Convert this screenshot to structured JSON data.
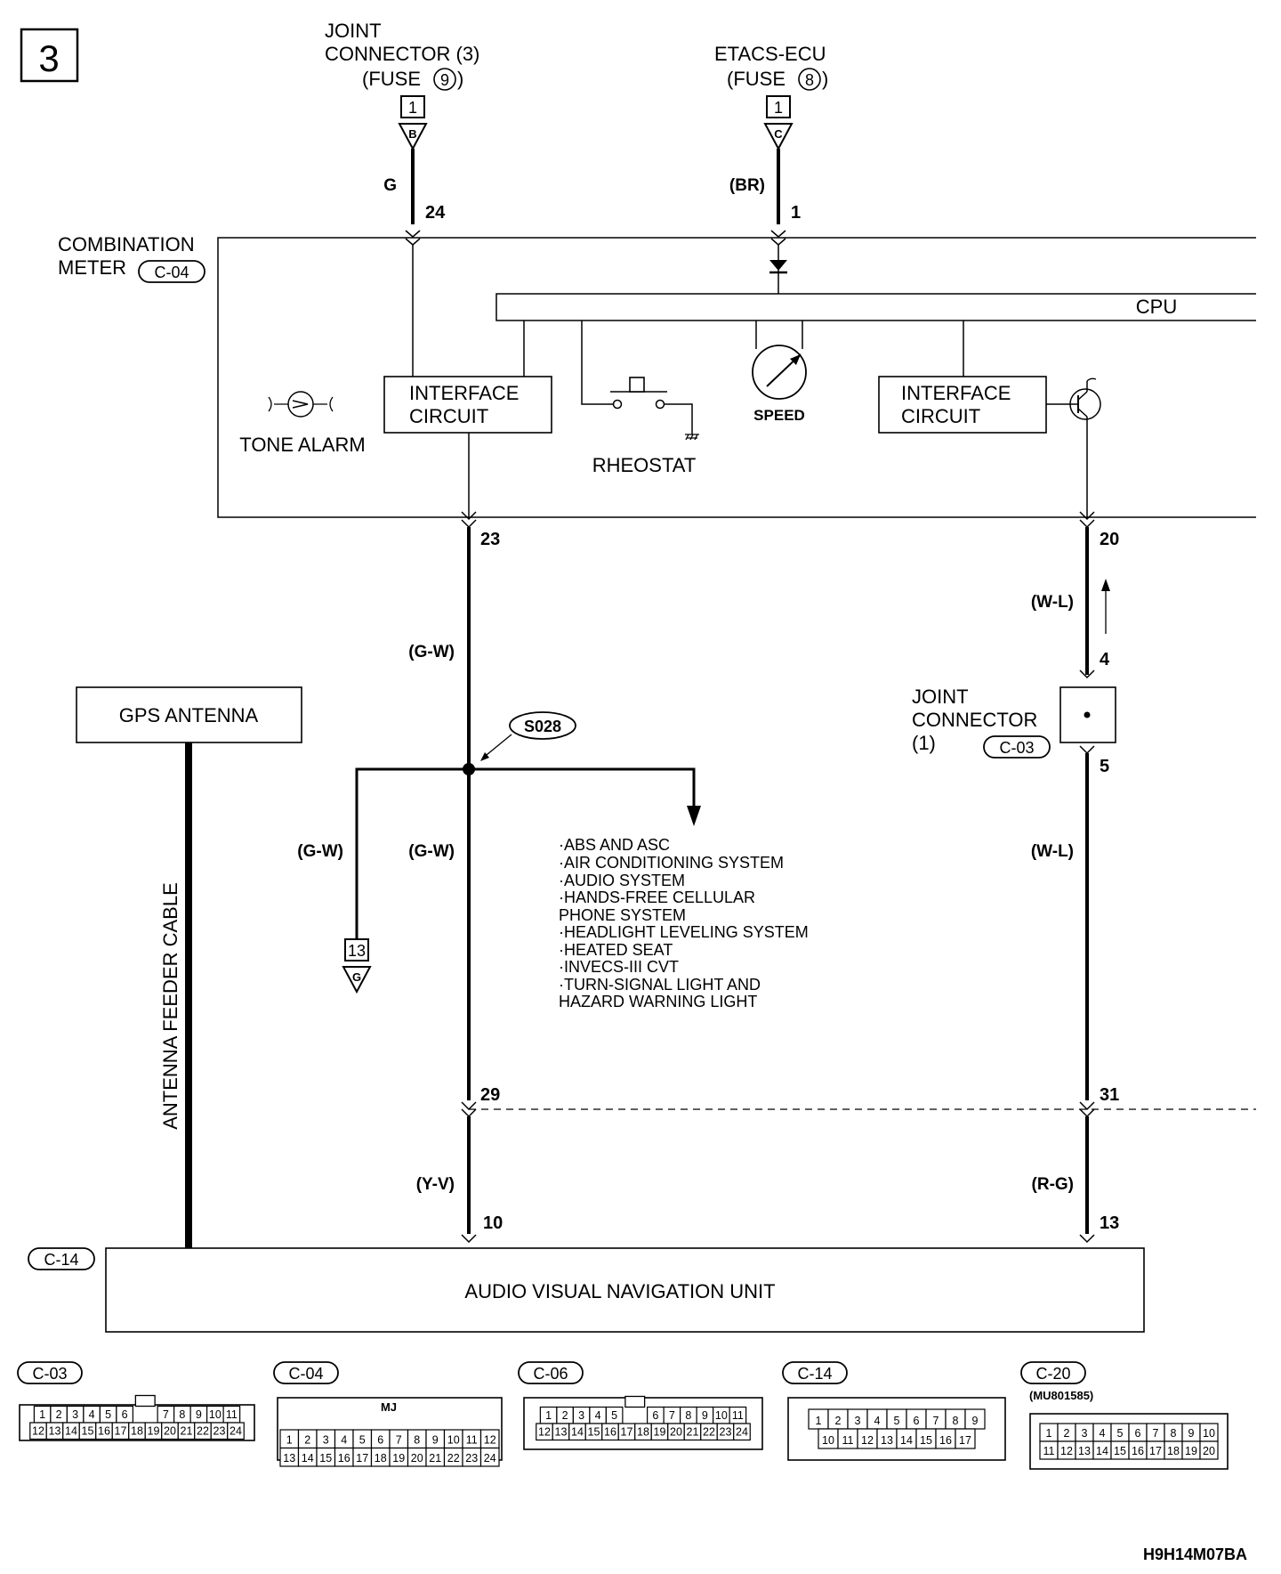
{
  "page_number": "3",
  "sources": {
    "joint3": {
      "line1": "JOINT",
      "line2": "CONNECTOR (3)",
      "fuse_prefix": "(FUSE",
      "fuse_num": "9",
      "fuse_suffix": ")",
      "box": "1",
      "letter": "B",
      "wire": "G",
      "pin": "24"
    },
    "etacs": {
      "line1": "ETACS-ECU",
      "fuse_prefix": "(FUSE",
      "fuse_num": "8",
      "fuse_suffix": ")",
      "box": "1",
      "letter": "C",
      "wire": "(BR)",
      "pin": "1"
    }
  },
  "combination_meter": {
    "line1": "COMBINATION",
    "line2": "METER",
    "connector": "C-04"
  },
  "cpu": "CPU",
  "interface_left": {
    "line1": "INTERFACE",
    "line2": "CIRCUIT"
  },
  "interface_right": {
    "line1": "INTERFACE",
    "line2": "CIRCUIT"
  },
  "tone_alarm": "TONE ALARM",
  "rheostat": "RHEOSTAT",
  "speed": "SPEED",
  "left_circuit": {
    "pin_meter": "23",
    "wire1": "(G-W)",
    "splice": "S028",
    "branch_wire": "(G-W)",
    "wire2": "(G-W)",
    "ground_box": "13",
    "ground_letter": "G",
    "pin_junction": "29",
    "wire3": "(Y-V)",
    "pin_unit": "10"
  },
  "right_circuit": {
    "pin_meter": "20",
    "wire1": "(W-L)",
    "pin_joint_in": "4",
    "pin_joint_out": "5",
    "wire2": "(W-L)",
    "pin_junction": "31",
    "wire3": "(R-G)",
    "pin_unit": "13"
  },
  "joint_connector_1": {
    "line1": "JOINT",
    "line2": "CONNECTOR",
    "line3": "(1)",
    "connector": "C-03"
  },
  "gps_antenna": "GPS ANTENNA",
  "antenna_cable": "ANTENNA FEEDER CABLE",
  "unit": {
    "connector": "C-14",
    "name": "AUDIO VISUAL NAVIGATION UNIT"
  },
  "systems": [
    "·ABS AND ASC",
    "·AIR CONDITIONING SYSTEM",
    "·AUDIO SYSTEM",
    "·HANDS-FREE CELLULAR",
    " PHONE SYSTEM",
    "·HEADLIGHT LEVELING SYSTEM",
    "·HEATED SEAT",
    "·INVECS-III CVT",
    "·TURN-SIGNAL LIGHT AND",
    " HAZARD WARNING LIGHT"
  ],
  "connector_views": [
    {
      "id": "C-03",
      "top": [
        "1",
        "2",
        "3",
        "4",
        "5",
        "6",
        "7",
        "8",
        "9",
        "10",
        "11"
      ],
      "bottom": [
        "12",
        "13",
        "14",
        "15",
        "16",
        "17",
        "18",
        "19",
        "20",
        "21",
        "22",
        "23",
        "24"
      ]
    },
    {
      "id": "C-04",
      "mark": "MJ",
      "top": [
        "1",
        "2",
        "3",
        "4",
        "5",
        "6",
        "7",
        "8",
        "9",
        "10",
        "11",
        "12"
      ],
      "bottom": [
        "13",
        "14",
        "15",
        "16",
        "17",
        "18",
        "19",
        "20",
        "21",
        "22",
        "23",
        "24"
      ]
    },
    {
      "id": "C-06",
      "top": [
        "1",
        "2",
        "3",
        "4",
        "5",
        "6",
        "7",
        "8",
        "9",
        "10",
        "11"
      ],
      "bottom": [
        "12",
        "13",
        "14",
        "15",
        "16",
        "17",
        "18",
        "19",
        "20",
        "21",
        "22",
        "23",
        "24"
      ]
    },
    {
      "id": "C-14",
      "top": [
        "1",
        "2",
        "3",
        "4",
        "5",
        "6",
        "7",
        "8",
        "9"
      ],
      "bottom": [
        "10",
        "11",
        "12",
        "13",
        "14",
        "15",
        "16",
        "17"
      ]
    },
    {
      "id": "C-20",
      "part_no": "(MU801585)",
      "top": [
        "1",
        "2",
        "3",
        "4",
        "5",
        "6",
        "7",
        "8",
        "9",
        "10"
      ],
      "bottom": [
        "11",
        "12",
        "13",
        "14",
        "15",
        "16",
        "17",
        "18",
        "19",
        "20"
      ]
    }
  ],
  "figure_code": "H9H14M07BA"
}
